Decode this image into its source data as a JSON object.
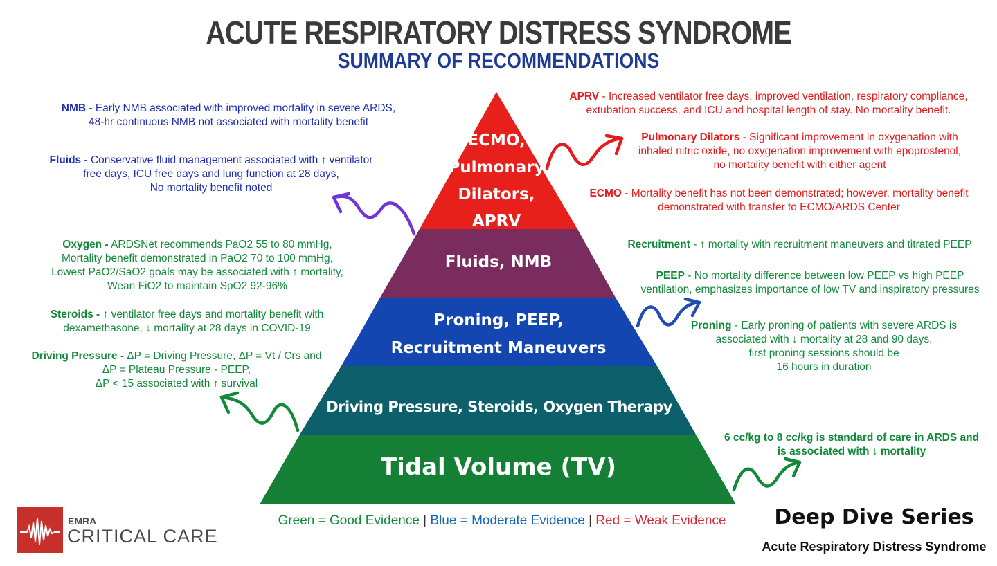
{
  "header": {
    "title": "ACUTE RESPIRATORY DISTRESS SYNDROME",
    "subtitle": "SUMMARY OF RECOMMENDATIONS"
  },
  "colors": {
    "tier_ecmo": "#e8201c",
    "tier_fluids": "#7a2c5e",
    "tier_proning": "#1346b0",
    "tier_driving": "#0d5f6b",
    "tier_tv": "#157f35",
    "good_evidence": "#138a3a",
    "moderate_evidence": "#1f2fb3",
    "weak_evidence": "#e31b1b",
    "arrow_purple": "#6f35d6"
  },
  "pyramid": {
    "tier_ecmo": [
      "ECMO,",
      "Pulmonary",
      "Dilators,",
      "APRV"
    ],
    "tier_fluids": "Fluids, NMB",
    "tier_proning": [
      "Proning, PEEP,",
      "Recruitment Maneuvers"
    ],
    "tier_driving": "Driving Pressure, Steroids, Oxygen Therapy",
    "tier_tv": "Tidal Volume (TV)"
  },
  "left_notes": {
    "nmb": {
      "head": "NMB -",
      "lines": [
        " Early NMB associated with improved mortality in severe ARDS,",
        "48-hr continuous NMB not associated with mortality benefit"
      ]
    },
    "fluids": {
      "head": "Fluids -",
      "lines": [
        " Conservative fluid management associated with ↑ ventilator",
        "free days, ICU free days and lung function at 28 days,",
        "No mortality benefit noted"
      ]
    },
    "oxygen": {
      "head": "Oxygen -",
      "lines": [
        " ARDSNet recommends PaO2 55 to 80 mmHg,",
        "Mortality benefit demonstrated in PaO2 70 to 100 mmHg,",
        "Lowest PaO2/SaO2 goals may be associated with ↑ mortality,",
        "Wean FiO2 to maintain SpO2 92-96%"
      ]
    },
    "steroids": {
      "head": "Steroids -",
      "lines": [
        " ↑ ventilator free days and mortality benefit with",
        "dexamethasone,  ↓ mortality at 28 days in COVID-19"
      ]
    },
    "driving": {
      "head": "Driving Pressure -",
      "lines": [
        " ΔP = Driving Pressure, ΔP = Vt / Crs and",
        "ΔP = Plateau Pressure - PEEP,",
        "ΔP < 15 associated with ↑ survival"
      ]
    }
  },
  "right_notes": {
    "aprv": {
      "head": "APRV",
      "lines": [
        " - Increased ventilator free days, improved ventilation, respiratory compliance,",
        "extubation success, and ICU and hospital length of stay. No mortality benefit."
      ]
    },
    "pulmonary": {
      "head": "Pulmonary Dilators",
      "lines": [
        " - Significant improvement in oxygenation with",
        "inhaled nitric oxide, no oxygenation improvement with epoprostenol,",
        "no mortality benefit with either agent"
      ]
    },
    "ecmo": {
      "head": "ECMO",
      "lines": [
        " - Mortality benefit has not been demonstrated; however, mortality benefit",
        "demonstrated with transfer to ECMO/ARDS Center"
      ]
    },
    "recruitment": {
      "head": "Recruitment",
      "lines": [
        " -  ↑ mortality with recruitment maneuvers and titrated PEEP"
      ]
    },
    "peep": {
      "head": "PEEP",
      "lines": [
        " -  No mortality difference between low PEEP vs high PEEP",
        "ventilation, emphasizes importance of low TV and inspiratory pressures"
      ]
    },
    "proning": {
      "head": "Proning",
      "lines": [
        " -  Early proning of patients with severe ARDS is",
        "associated with ↓ mortality at 28 and 90 days,",
        "first proning sessions should be",
        "16 hours in duration"
      ]
    },
    "tv": {
      "lines": [
        "6 cc/kg to 8 cc/kg is standard of care in ARDS and",
        "is associated with ↓ mortality"
      ]
    }
  },
  "legend": {
    "good": "Green = Good Evidence",
    "sep1": " | ",
    "moderate": "Blue = Moderate Evidence",
    "sep2": " | ",
    "weak": "Red = Weak Evidence"
  },
  "series": {
    "title": "Deep Dive Series",
    "subtitle": "Acute Respiratory Distress Syndrome"
  },
  "logo": {
    "line1": "EMRA",
    "line2": "CRITICAL CARE"
  }
}
